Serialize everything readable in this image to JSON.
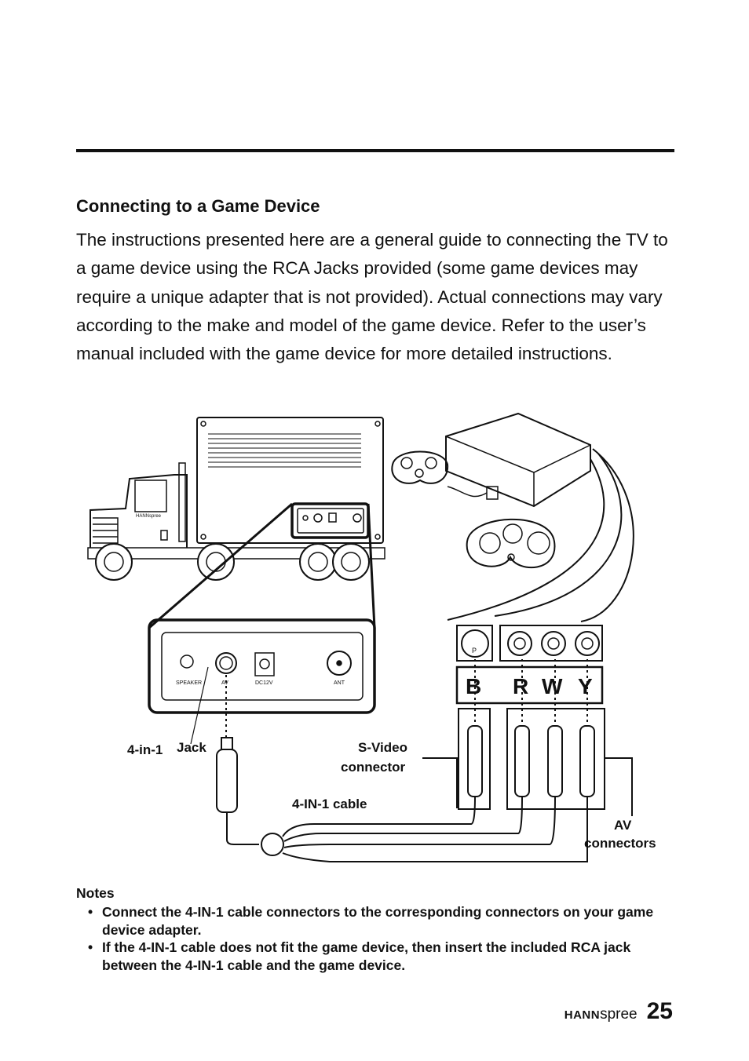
{
  "section": {
    "heading": "Connecting to a Game Device",
    "intro": "The instructions presented here are a general guide to connecting the TV to a game device using the RCA Jacks provided (some game devices may require a unique adapter that is not provided). Actual connections may vary according to the make and model of the game device. Refer to the user’s manual included with the game device for more detailed instructions."
  },
  "diagram": {
    "truck_brand": "HANNspree",
    "panel_labels": {
      "speaker": "SPEAKER",
      "av": "AV",
      "dc12v": "DC12V",
      "ant": "ANT"
    },
    "connector_letters": [
      "B",
      "R",
      "W",
      "Y"
    ],
    "svideo_pin_label": "P",
    "callouts": {
      "four_in_one": "4-in-1",
      "jack": "Jack",
      "svideo_line1": "S-Video",
      "svideo_line2": "connector",
      "cable": "4-IN-1 cable",
      "av_line1": "AV",
      "av_line2": "connectors"
    }
  },
  "notes": {
    "title": "Notes",
    "bullet": "•",
    "items": [
      "Connect the 4-IN-1 cable connectors to the corresponding connectors on your game device adapter.",
      "If the 4-IN-1 cable does not fit the game device, then insert the included RCA jack between the 4-IN-1 cable and the game device."
    ]
  },
  "footer": {
    "brand_bold": "HANN",
    "brand_light": "spree",
    "page_number": "25"
  }
}
